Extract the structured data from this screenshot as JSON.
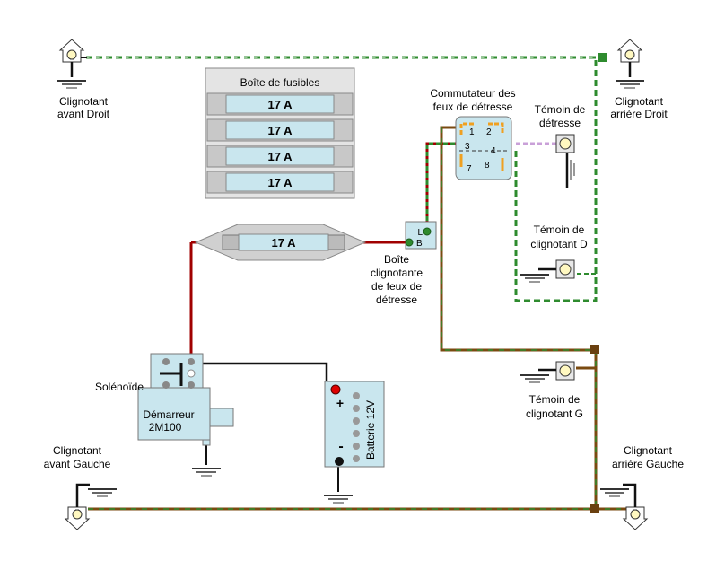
{
  "labels": {
    "front_right": [
      "Clignotant",
      "avant Droit"
    ],
    "rear_right": [
      "Clignotant",
      "arrière Droit"
    ],
    "front_left": [
      "Clignotant",
      "avant Gauche"
    ],
    "rear_left": [
      "Clignotant",
      "arrière Gauche"
    ],
    "hazard_switch": [
      "Commutateur des",
      "feux de détresse"
    ],
    "hazard_indicator": [
      "Témoin de",
      "détresse"
    ],
    "right_indicator": [
      "Témoin de",
      "clignotant D"
    ],
    "left_indicator": [
      "Témoin de",
      "clignotant G"
    ],
    "flasher_unit": [
      "Boîte",
      "clignotante",
      "de feux de",
      "détresse"
    ],
    "solenoid": "Solénoïde",
    "starter": [
      "Démarreur",
      "2M100"
    ],
    "battery": "Batterie 12V"
  },
  "fuse_box": {
    "title": "Boîte de fusibles",
    "fuses": [
      "17 A",
      "17 A",
      "17 A",
      "17 A"
    ]
  },
  "inline_fuse": "17 A",
  "switch_pins": [
    "1",
    "2",
    "3",
    "4",
    "7",
    "8"
  ],
  "flasher_pins": [
    "L",
    "B"
  ],
  "battery_terminals": [
    "+",
    "-"
  ],
  "colors": {
    "green_wire": "#2e8b2e",
    "red_wire": "#a00000",
    "brown_wire": "#7a4a10",
    "component_blue": "#c9e6ee",
    "fuse_cell": "#c9e6ee",
    "pin_accent": "#f0a020"
  }
}
